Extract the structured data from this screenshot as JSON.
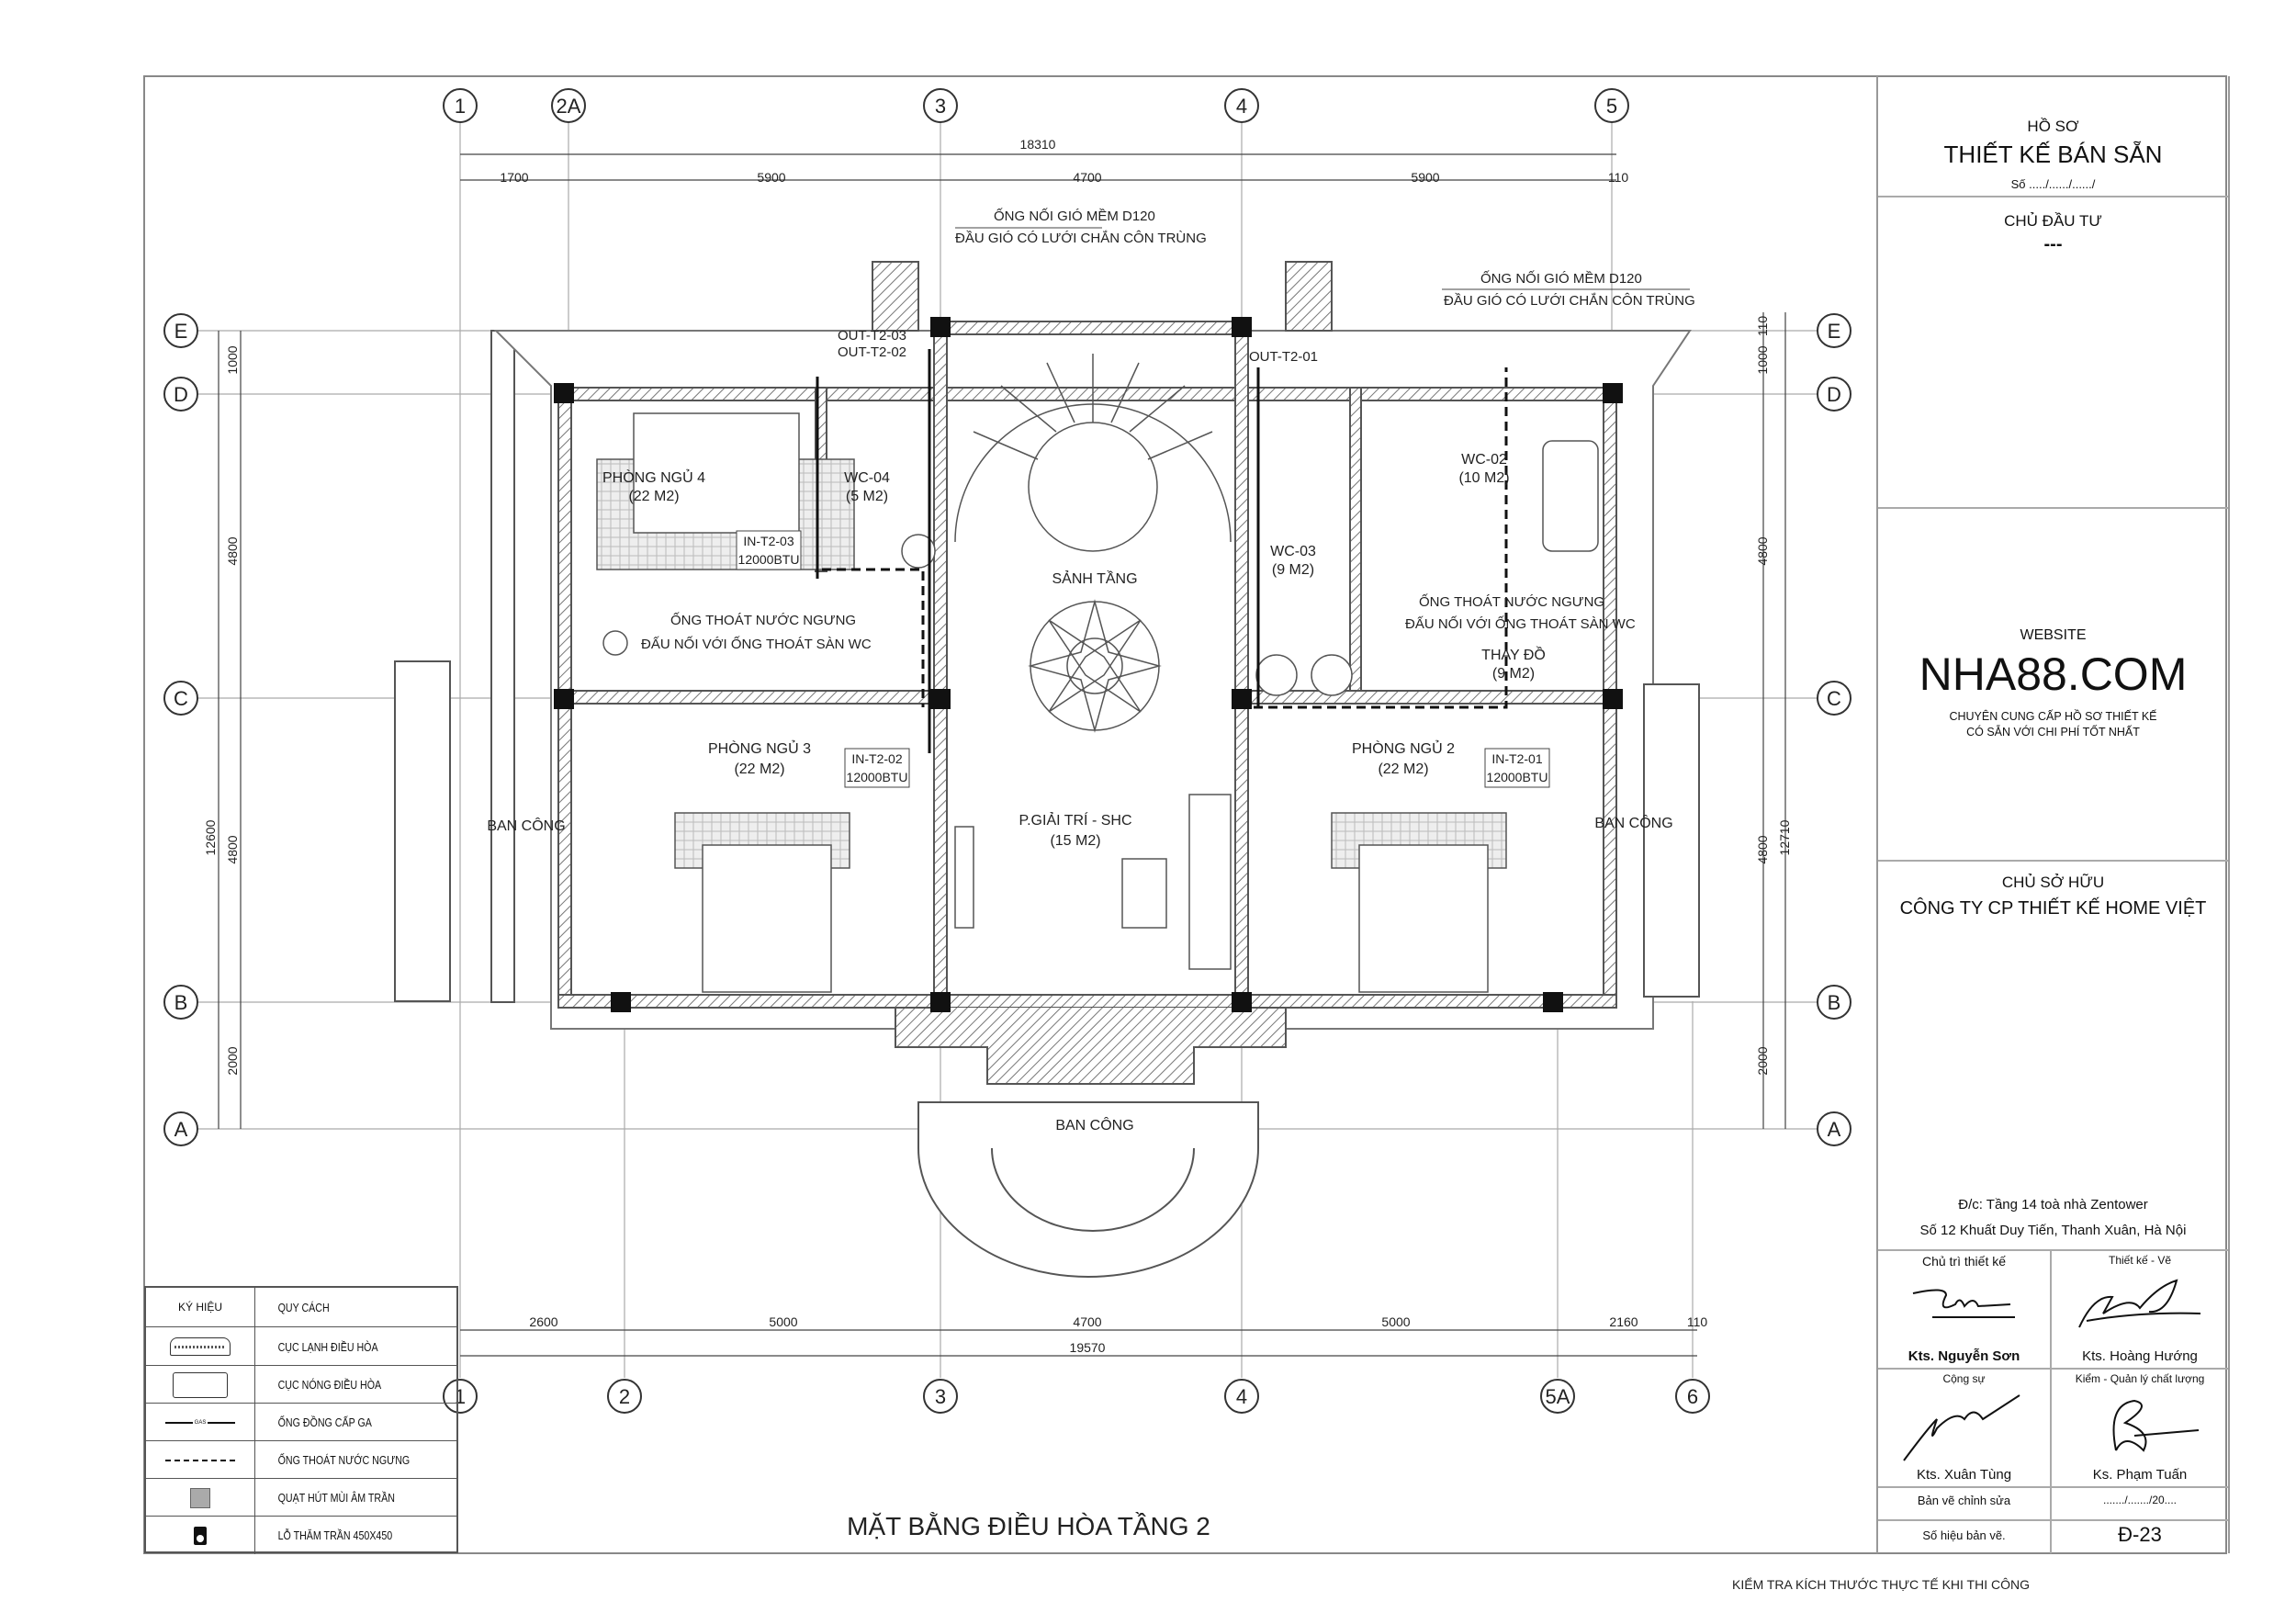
{
  "title_block": {
    "dossier_label": "HỒ SƠ",
    "dossier_title": "THIẾT KẾ BÁN SẴN",
    "number": "Số ...../....../....../",
    "investor_label": "CHỦ ĐẦU TƯ",
    "investor_value": "---",
    "website_label": "WEBSITE",
    "website": "NHA88.COM",
    "tagline_1": "CHUYÊN CUNG CẤP HỒ SƠ THIẾT KẾ",
    "tagline_2": "CÓ SẴN VỚI CHI PHÍ TỐT NHẤT",
    "owner_label": "CHỦ SỞ HỮU",
    "owner_value": "CÔNG TY CP THIẾT KẾ HOME VIỆT",
    "address_1": "Đ/c: Tầng 14 toà nhà Zentower",
    "address_2": "Số 12 Khuất Duy Tiến, Thanh Xuân, Hà Nội",
    "signatures": [
      {
        "role": "Chủ trì thiết kế",
        "name": "Kts. Nguyễn Sơn"
      },
      {
        "role": "Thiết kế - Vẽ",
        "name": "Kts. Hoàng Hướng"
      },
      {
        "role": "Cộng sự",
        "name": "Kts. Xuân Tùng"
      },
      {
        "role": "Kiểm - Quản lý chất lượng",
        "name": "Ks. Phạm Tuấn"
      }
    ],
    "revision_label": "Bản vẽ chỉnh sửa",
    "revision_value": "......./......./20....",
    "drawing_no_label": "Số hiệu bản vẽ.",
    "drawing_no": "Đ-23"
  },
  "drawing": {
    "title": "MẶT BẰNG ĐIỀU HÒA TẦNG 2",
    "footer_note": "KIỂM TRA KÍCH THƯỚC THỰC TẾ KHI THI CÔNG",
    "axes_top": [
      "1",
      "2A",
      "3",
      "4",
      "5"
    ],
    "axes_bottom": [
      "1",
      "2",
      "3",
      "4",
      "5A",
      "6"
    ],
    "axes_side": [
      "E",
      "D",
      "C",
      "B",
      "A"
    ],
    "dims_top": {
      "total": "18310",
      "segments": [
        "1700",
        "5900",
        "4700",
        "5900",
        "110"
      ]
    },
    "dims_bottom": {
      "total": "19570",
      "segments": [
        "2600",
        "5000",
        "4700",
        "5000",
        "2160",
        "110"
      ]
    },
    "dims_left": {
      "total": "12600",
      "segments": [
        "1000",
        "4800",
        "4800",
        "2000"
      ]
    },
    "dims_right": {
      "total": "12710",
      "segments": [
        "1000",
        "110",
        "4800",
        "4800",
        "2000"
      ]
    },
    "rooms": [
      {
        "name": "PHÒNG NGỦ 4",
        "area": "(22 M2)"
      },
      {
        "name": "WC-04",
        "area": "(5 M2)"
      },
      {
        "name": "SẢNH TẦNG",
        "area": ""
      },
      {
        "name": "WC-03",
        "area": "(9 M2)"
      },
      {
        "name": "WC-02",
        "area": "(10 M2)"
      },
      {
        "name": "THAY ĐỒ",
        "area": "(9 M2)"
      },
      {
        "name": "PHÒNG NGỦ 3",
        "area": "(22 M2)"
      },
      {
        "name": "P.GIẢI TRÍ - SHC",
        "area": "(15 M2)"
      },
      {
        "name": "PHÒNG NGỦ 2",
        "area": "(22 M2)"
      },
      {
        "name": "BAN CÔNG",
        "area": ""
      },
      {
        "name": "BAN CÔNG",
        "area": ""
      },
      {
        "name": "BAN CÔNG",
        "area": ""
      }
    ],
    "indoor_units": [
      {
        "id": "IN-T2-03",
        "capacity": "12000BTU"
      },
      {
        "id": "IN-T2-02",
        "capacity": "12000BTU"
      },
      {
        "id": "IN-T2-01",
        "capacity": "12000BTU"
      }
    ],
    "outdoor_units": [
      "OUT-T2-03",
      "OUT-T2-02",
      "OUT-T2-01"
    ],
    "notes": {
      "vent_1": "ỐNG NỐI GIÓ MỀM D120",
      "vent_2": "ĐẦU GIÓ CÓ LƯỚI CHẮN CÔN TRÙNG",
      "drain_1": "ỐNG THOÁT NƯỚC NGƯNG",
      "drain_2": "ĐẤU NỐI VỚI ỐNG THOÁT SÀN WC",
      "gas": "GAS"
    }
  },
  "legend": {
    "header_symbol": "KÝ HIỆU",
    "header_spec": "QUY CÁCH",
    "items": [
      {
        "icon": "indoor-unit-icon",
        "label": "CỤC LẠNH ĐIỀU HÒA"
      },
      {
        "icon": "outdoor-unit-icon",
        "label": "CỤC NÓNG ĐIỀU HÒA"
      },
      {
        "icon": "gas-pipe-icon",
        "label": "ỐNG ĐỒNG CẤP GA"
      },
      {
        "icon": "drain-pipe-icon",
        "label": "ỐNG THOÁT NƯỚC NGƯNG"
      },
      {
        "icon": "exhaust-fan-icon",
        "label": "QUẠT HÚT MÙI ÂM TRẦN"
      },
      {
        "icon": "ceiling-hatch-icon",
        "label": "LỖ THĂM TRẦN 450X450"
      }
    ]
  }
}
